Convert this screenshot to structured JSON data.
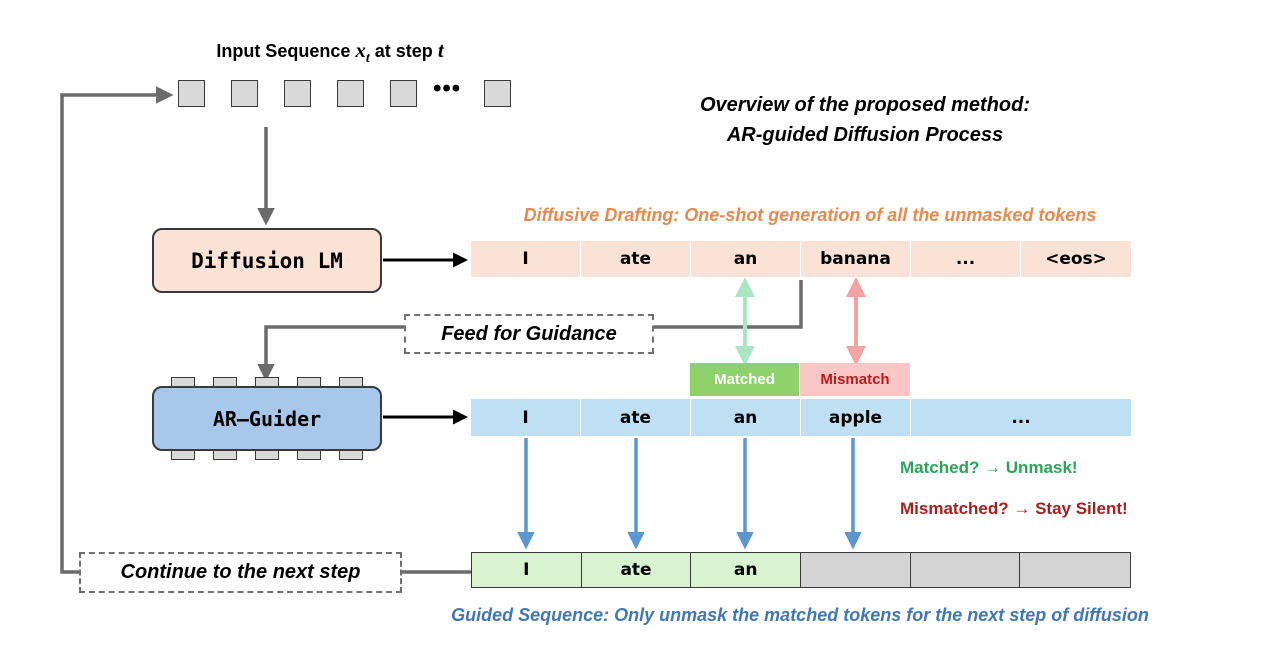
{
  "input": {
    "label_prefix": "Input Sequence",
    "var_name": "x",
    "var_sub": "t",
    "label_mid": "at step",
    "step_var": "t",
    "ellipsis": "•••"
  },
  "overview": {
    "line1": "Overview of the proposed method:",
    "line2": "AR-guided Diffusion Process"
  },
  "diffusion_lm": {
    "label": "Diffusion LM"
  },
  "ar_guider": {
    "label": "AR–Guider"
  },
  "drafting_caption": "Diffusive Drafting: One-shot generation of all the unmasked tokens",
  "feed_label": "Feed for Guidance",
  "continue_label": "Continue to the next step",
  "guided_caption": "Guided Sequence: Only unmask the matched tokens for the next step of diffusion",
  "draft_tokens": [
    "I",
    "ate",
    "an",
    "banana",
    "...",
    "<eos>"
  ],
  "ar_tokens": [
    "I",
    "ate",
    "an",
    "apple",
    "..."
  ],
  "guided_tokens": [
    "I",
    "ate",
    "an",
    "",
    "",
    ""
  ],
  "badges": {
    "matched": "Matched",
    "mismatch": "Mismatch"
  },
  "rules": {
    "matched": "Matched? → Unmask!",
    "mismatched": "Mismatched? → Stay Silent!"
  },
  "colors": {
    "diffusion_fill": "#fbe2d6",
    "guider_fill": "#a7c8ea",
    "ar_row_fill": "#bfdff2",
    "guided_fill": "#d9f3d0",
    "masked_fill": "#d4d4d4",
    "drafting_text": "#e8894e",
    "guided_text": "#3f78b5",
    "matched_green": "#2aa55b",
    "mismatch_red": "#a52020",
    "matched_arrow": "#a8e6c4",
    "mismatch_arrow": "#f4a3a3",
    "guide_arrow": "#5b96d0"
  }
}
